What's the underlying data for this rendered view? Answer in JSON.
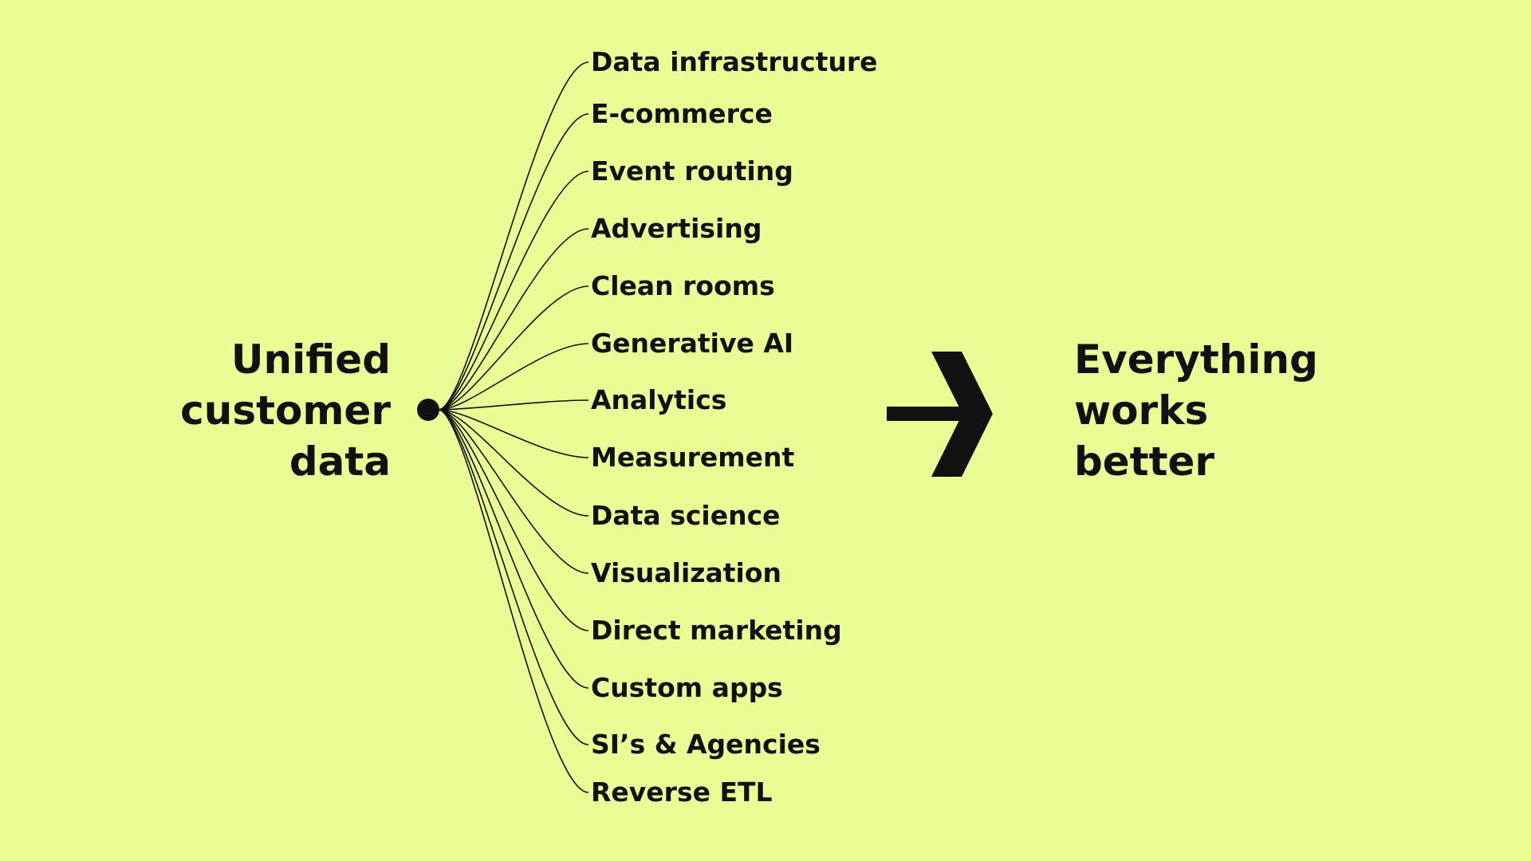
{
  "source": {
    "lines": [
      "Unified",
      "customer",
      "data"
    ]
  },
  "outcome": {
    "lines": [
      "Everything",
      "works",
      "better"
    ]
  },
  "branches": [
    "Data infrastructure",
    "E-commerce",
    "Event routing",
    "Advertising",
    "Clean rooms",
    "Generative AI",
    "Analytics",
    "Measurement",
    "Data science",
    "Visualization",
    "Direct marketing",
    "Custom apps",
    "SI’s & Agencies",
    "Reverse ETL"
  ],
  "colors": {
    "background": "#ebfd95",
    "ink": "#111111"
  }
}
